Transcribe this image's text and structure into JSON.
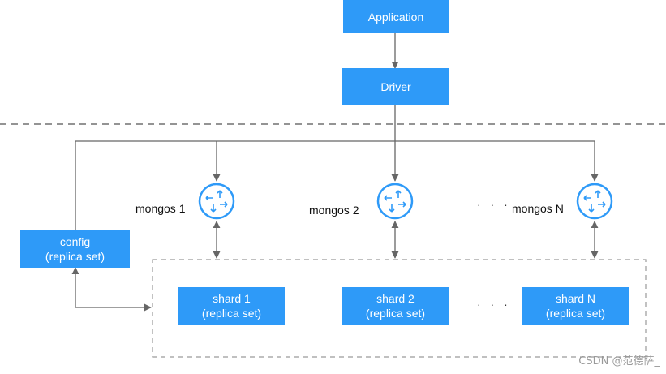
{
  "application": {
    "label": "Application"
  },
  "driver": {
    "label": "Driver"
  },
  "config": {
    "line1": "config",
    "line2": "(replica set)"
  },
  "mongos": [
    {
      "label": "mongos 1"
    },
    {
      "label": "mongos 2"
    },
    {
      "label": "mongos N"
    }
  ],
  "mongos_ellipsis": "· · ·",
  "shards": [
    {
      "line1": "shard 1",
      "line2": "(replica set)"
    },
    {
      "line1": "shard 2",
      "line2": "(replica set)"
    },
    {
      "line1": "shard N",
      "line2": "(replica set)"
    }
  ],
  "shards_ellipsis": "· · ·",
  "watermark": "CSDN @范德萨_",
  "colors": {
    "box_fill": "#2e9af8",
    "router_stroke": "#2e9af8",
    "connector": "#666666",
    "dashed": "#555555",
    "shard_container_border": "#9a9a9a"
  },
  "icons": {
    "router": "router-arrows-icon"
  }
}
